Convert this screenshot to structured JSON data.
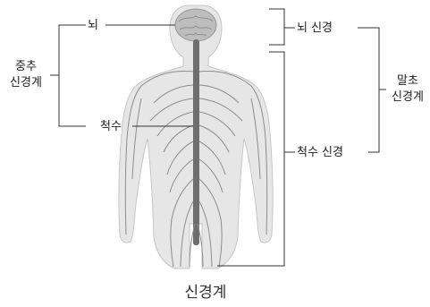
{
  "labels": {
    "brain": "뇌",
    "spinal_cord": "척수",
    "central_nervous_system": [
      "중추",
      "신경계"
    ],
    "cranial_nerves": "뇌 신경",
    "spinal_nerves": "척수 신경",
    "peripheral_nervous_system": [
      "말초",
      "신경계"
    ]
  },
  "caption": "신경계",
  "colors": {
    "body_fill": "#e6e6e6",
    "body_stroke": "#c6c6c6",
    "nerve": "#8c8c8c",
    "spine": "#6e6e6e",
    "brain": "#9a9a9a",
    "bracket": "#333333"
  }
}
